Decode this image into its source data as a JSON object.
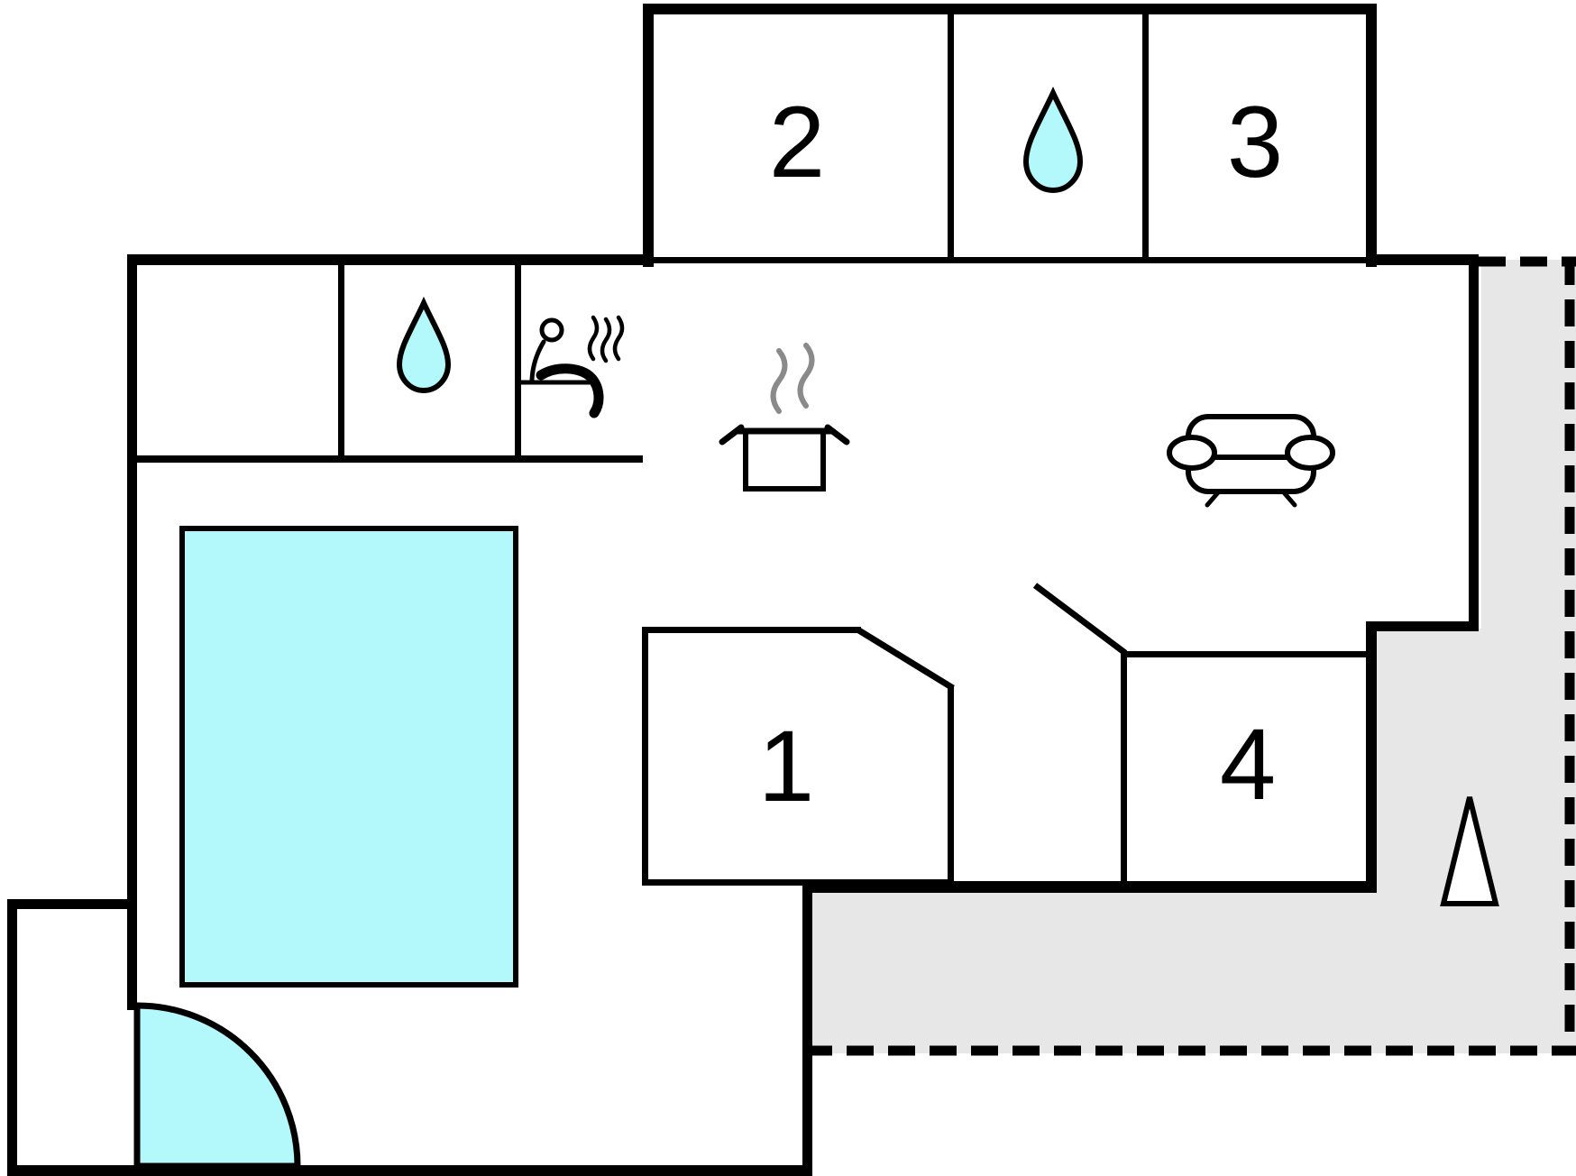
{
  "plan": {
    "type": "holiday-home-floor-plan",
    "rooms": {
      "room1_label": "1",
      "room2_label": "2",
      "room3_label": "3",
      "room4_label": "4"
    },
    "colors": {
      "water": "#b3f8fa",
      "terrace": "#e7e7e7",
      "wall": "#000000",
      "steam": "#8a8a8a",
      "background": "#ffffff"
    },
    "icons": [
      "water-drop-icon (top shower room)",
      "water-drop-icon (left shower room)",
      "sauna-icon",
      "cooking-pot-icon",
      "sofa-icon",
      "door-swing-arc",
      "north-arrow-icon"
    ]
  }
}
